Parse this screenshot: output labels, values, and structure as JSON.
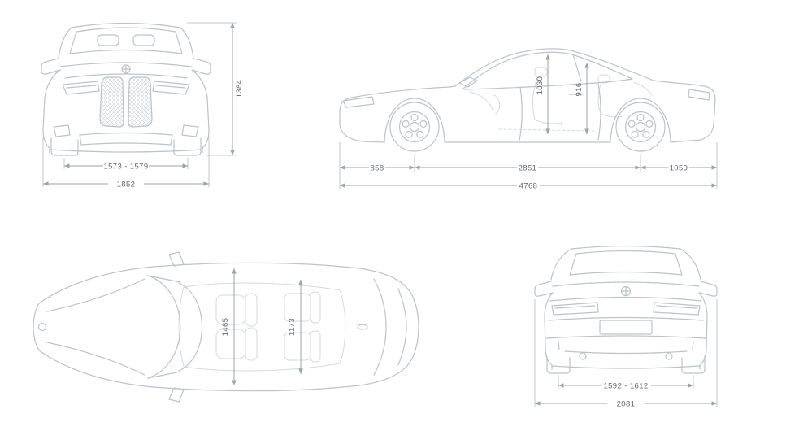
{
  "colors": {
    "car_line": "#bcc3c9",
    "interior_line": "#d5dade",
    "dimension_line": "#9ba3ab",
    "dimension_text": "#60686f",
    "background": "#ffffff"
  },
  "views": {
    "front": {
      "height": "1384",
      "track": "1573 - 1579",
      "width": "1852"
    },
    "side": {
      "interior_height_front": "1030",
      "interior_height_rear": "916",
      "overhang_front": "858",
      "wheelbase": "2851",
      "overhang_rear": "1059",
      "length": "4768"
    },
    "top": {
      "interior_width_front": "1465",
      "interior_width_rear": "1173"
    },
    "rear": {
      "track": "1592 - 1612",
      "width_with_mirrors": "2081"
    }
  }
}
